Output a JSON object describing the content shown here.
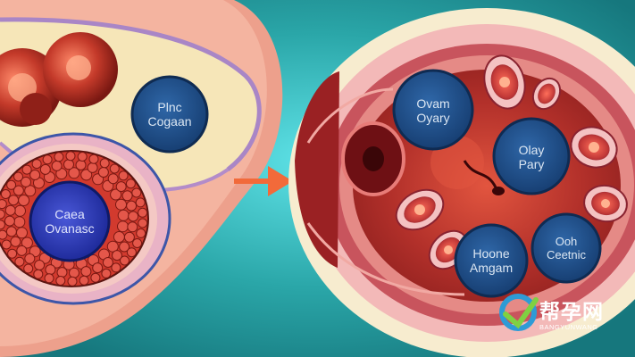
{
  "left_panel": {
    "top_label": [
      "Plnc",
      "Cogaan"
    ],
    "core_label": [
      "Caea",
      "Ovanasc"
    ]
  },
  "right_panel": {
    "label_1": [
      "Ovam",
      "Oyary"
    ],
    "label_2": [
      "Olay",
      "Pary"
    ],
    "label_3": [
      "Hoone",
      "Amgam"
    ],
    "label_4": [
      "Ooh",
      "Ceetnic"
    ]
  },
  "watermark": {
    "chinese": "帮孕网",
    "latin": "BANGYUNWANG"
  },
  "colors": {
    "background_teal": "#1f8f94",
    "tissue_pink": "#f0a18e",
    "arrow": "#f26a3a",
    "label_circle": "#21508a"
  }
}
